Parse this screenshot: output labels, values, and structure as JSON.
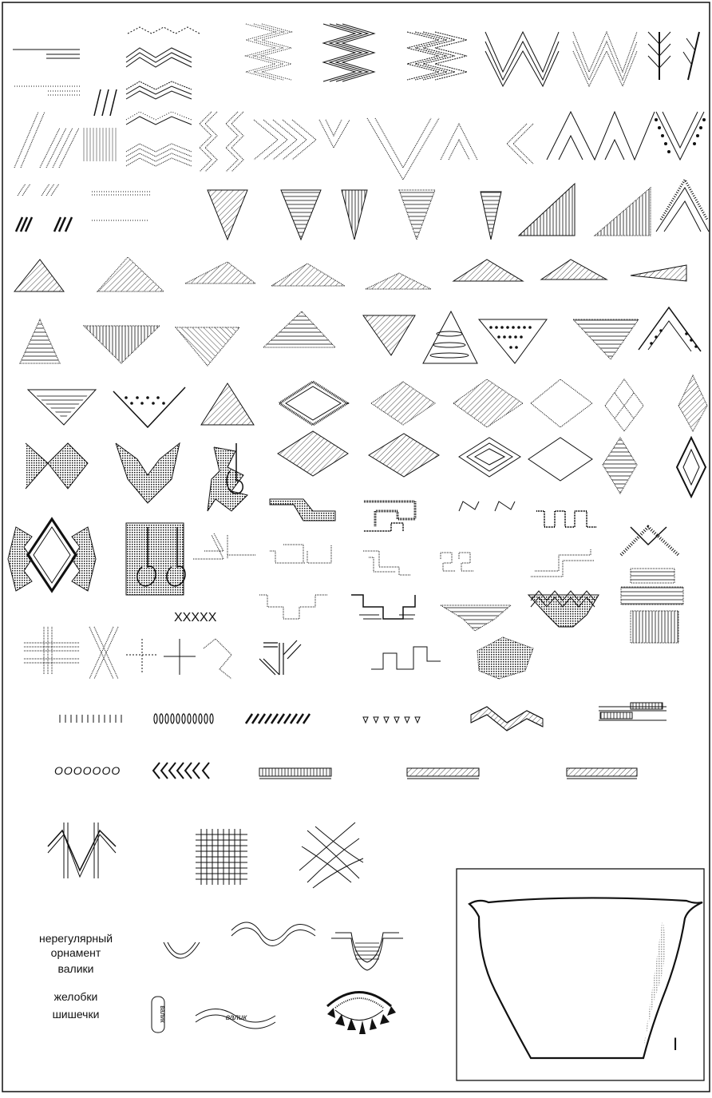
{
  "labels": {
    "irregular_line1": "нерегулярный",
    "irregular_line2": "орнамент",
    "ridges": "валики",
    "grooves": "желобки",
    "knobs": "шишечки",
    "crosses": "XXXXX",
    "ovals": "OOOOOOO",
    "valik_small": "валик",
    "valik_wave": "валик",
    "vessel_type": "I"
  }
}
